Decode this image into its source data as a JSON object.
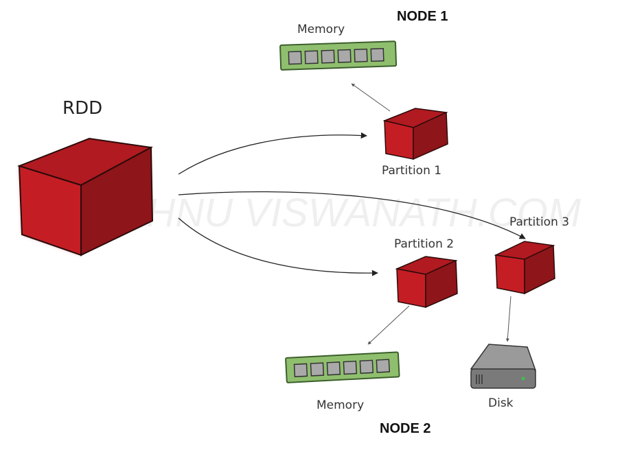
{
  "labels": {
    "node1": "NODE 1",
    "node2": "NODE 2",
    "rdd": "RDD",
    "memory_top": "Memory",
    "memory_bottom": "Memory",
    "partition1": "Partition 1",
    "partition2": "Partition 2",
    "partition3": "Partition 3",
    "disk": "Disk",
    "watermark": "VISHNU VISWANATH.COM"
  },
  "colors": {
    "cube_front": "#c41e24",
    "cube_top": "#b01a20",
    "cube_side": "#8e1519",
    "cube_stroke": "#2a0a0a",
    "memory_board": "#8fbf6e",
    "memory_chip": "#a9a9a9",
    "disk_body": "#7a7a7a",
    "arrow": "#222222"
  }
}
